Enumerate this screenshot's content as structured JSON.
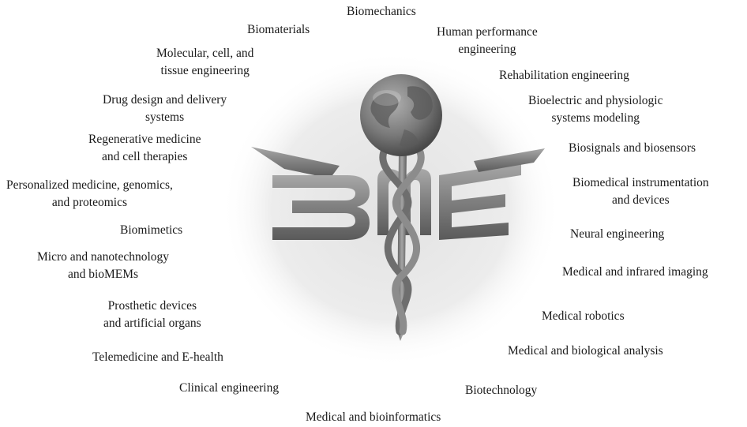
{
  "logo": {
    "text": "BME",
    "icon": "caduceus-globe-icon"
  },
  "topics": [
    {
      "id": "biomechanics",
      "lines": [
        "Biomechanics"
      ]
    },
    {
      "id": "biomaterials",
      "lines": [
        "Biomaterials"
      ]
    },
    {
      "id": "human-performance",
      "lines": [
        "Human performance",
        "engineering"
      ]
    },
    {
      "id": "molecular-cell-tissue",
      "lines": [
        "Molecular, cell, and",
        "tissue engineering"
      ]
    },
    {
      "id": "rehabilitation",
      "lines": [
        "Rehabilitation engineering"
      ]
    },
    {
      "id": "drug-design",
      "lines": [
        "Drug design and delivery",
        "systems"
      ]
    },
    {
      "id": "bioelectric",
      "lines": [
        "Bioelectric and physiologic",
        "systems modeling"
      ]
    },
    {
      "id": "regenerative",
      "lines": [
        "Regenerative medicine",
        "and cell therapies"
      ]
    },
    {
      "id": "biosignals",
      "lines": [
        "Biosignals and biosensors"
      ]
    },
    {
      "id": "personalized",
      "lines": [
        "Personalized medicine, genomics,",
        "and proteomics"
      ]
    },
    {
      "id": "instrumentation",
      "lines": [
        "Biomedical instrumentation",
        "and devices"
      ]
    },
    {
      "id": "biomimetics",
      "lines": [
        "Biomimetics"
      ]
    },
    {
      "id": "neural",
      "lines": [
        "Neural engineering"
      ]
    },
    {
      "id": "micro-nano",
      "lines": [
        "Micro and nanotechnology",
        "and bioMEMs"
      ]
    },
    {
      "id": "imaging",
      "lines": [
        "Medical and infrared imaging"
      ]
    },
    {
      "id": "prosthetic",
      "lines": [
        "Prosthetic devices",
        "and artificial organs"
      ]
    },
    {
      "id": "robotics",
      "lines": [
        "Medical robotics"
      ]
    },
    {
      "id": "telemedicine",
      "lines": [
        "Telemedicine and E-health"
      ]
    },
    {
      "id": "biological-analysis",
      "lines": [
        "Medical and biological analysis"
      ]
    },
    {
      "id": "clinical",
      "lines": [
        "Clinical engineering"
      ]
    },
    {
      "id": "biotechnology",
      "lines": [
        "Biotechnology"
      ]
    },
    {
      "id": "bioinformatics",
      "lines": [
        "Medical and bioinformatics"
      ]
    }
  ]
}
